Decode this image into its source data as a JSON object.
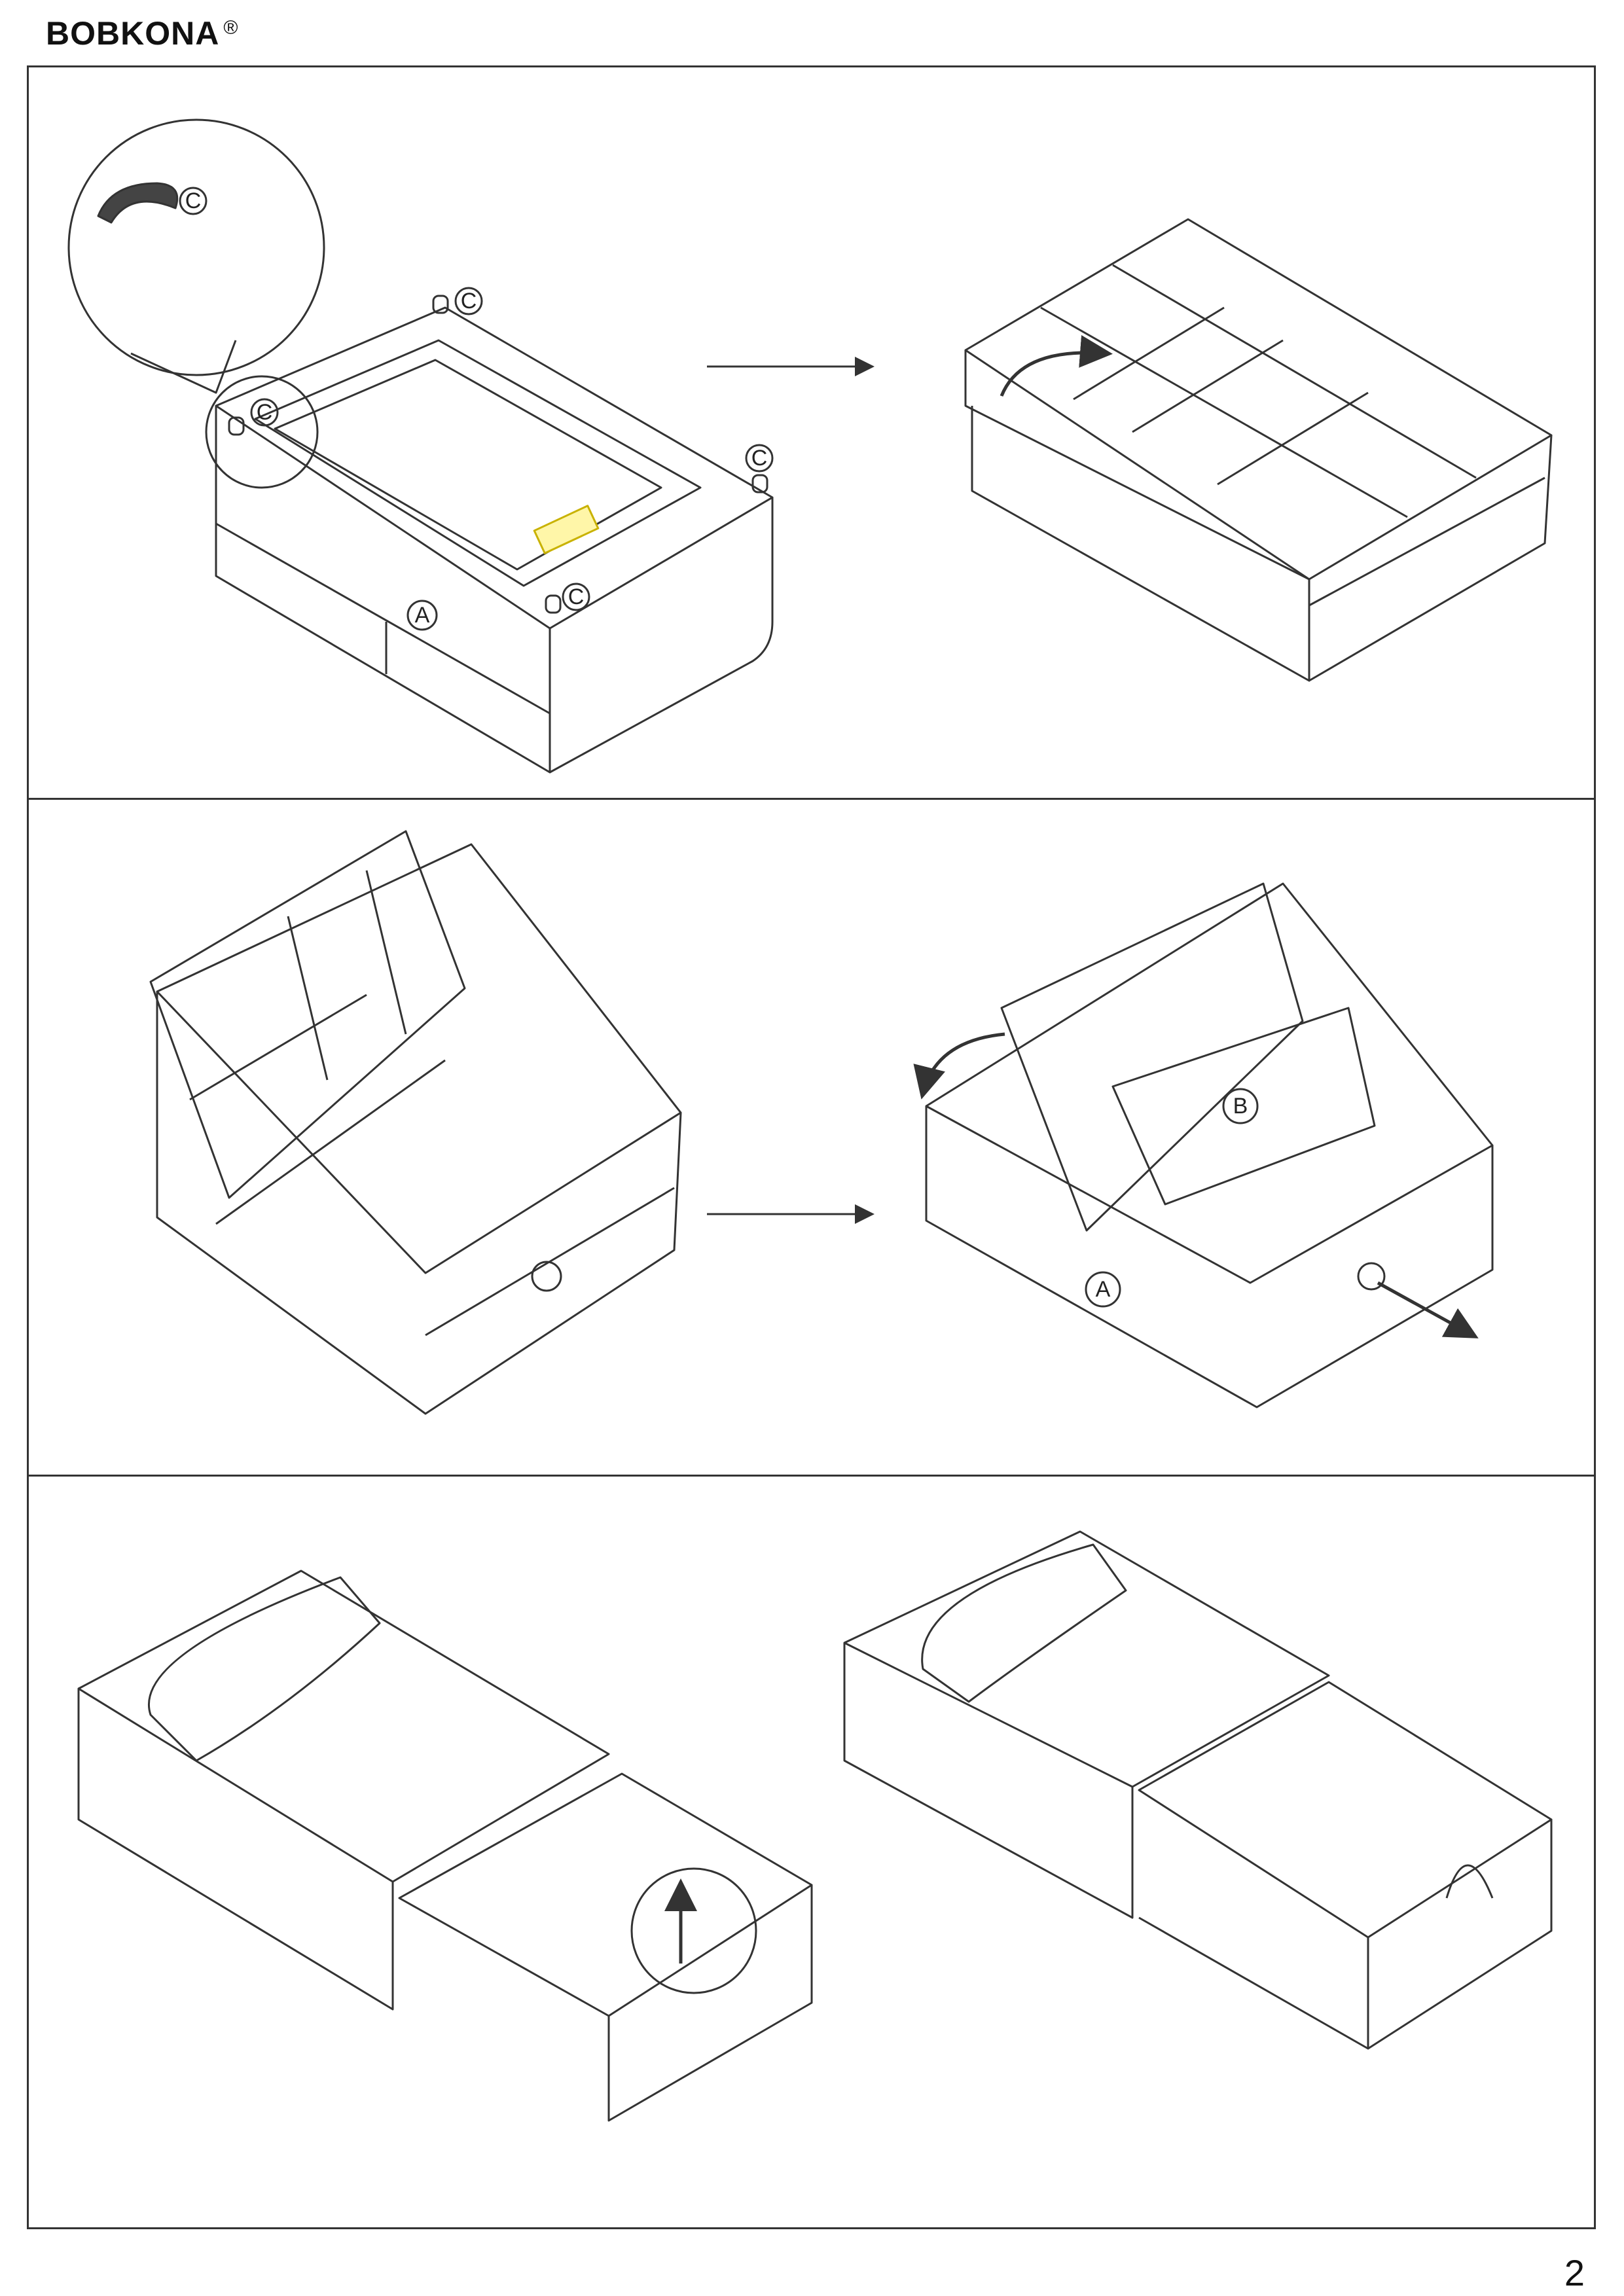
{
  "header": {
    "brand": "BOBKONA",
    "registered_mark": "®"
  },
  "labels": {
    "part_a": "A",
    "part_b": "B",
    "part_c": "C"
  },
  "icons": [
    "rotate-arrow-icon",
    "direction-arrow-icon",
    "pull-arrow-icon",
    "lift-arrow-icon"
  ],
  "footer": {
    "page_number": "2"
  }
}
